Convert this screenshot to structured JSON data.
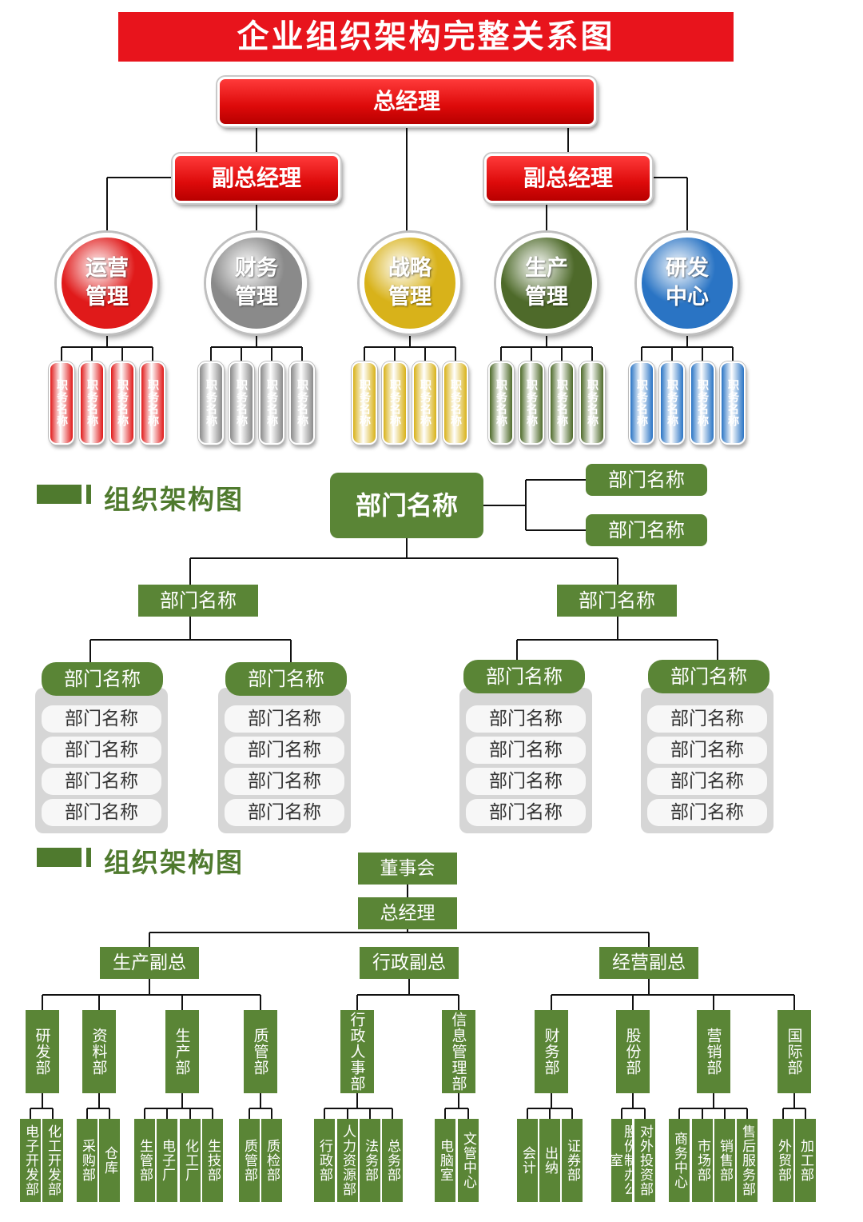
{
  "title": "企业组织架构完整关系图",
  "top": {
    "gm": "总经理",
    "vp_left": "副总经理",
    "vp_right": "副总经理",
    "centers": [
      {
        "line1": "运营",
        "line2": "管理",
        "color": "#e01a1a"
      },
      {
        "line1": "财务",
        "line2": "管理",
        "color": "#8a8a8a"
      },
      {
        "line1": "战略",
        "line2": "管理",
        "color": "#d8b21a"
      },
      {
        "line1": "生产",
        "line2": "管理",
        "color": "#4e6a2a"
      },
      {
        "line1": "研发",
        "line2": "中心",
        "color": "#2a74c4"
      }
    ],
    "position_label": "职务名称"
  },
  "section2": {
    "label": "组织架构图",
    "head": "部门名称",
    "side": [
      "部门名称",
      "部门名称"
    ],
    "mid": [
      "部门名称",
      "部门名称"
    ],
    "groups": [
      {
        "title": "部门名称",
        "items": [
          "部门名称",
          "部门名称",
          "部门名称",
          "部门名称"
        ]
      },
      {
        "title": "部门名称",
        "items": [
          "部门名称",
          "部门名称",
          "部门名称",
          "部门名称"
        ]
      },
      {
        "title": "部门名称",
        "items": [
          "部门名称",
          "部门名称",
          "部门名称",
          "部门名称"
        ]
      },
      {
        "title": "部门名称",
        "items": [
          "部门名称",
          "部门名称",
          "部门名称",
          "部门名称"
        ]
      }
    ]
  },
  "section3": {
    "label": "组织架构图",
    "board": "董事会",
    "gm": "总经理",
    "vps": [
      "生产副总",
      "行政副总",
      "经营副总"
    ],
    "depts": [
      "研发部",
      "资料部",
      "生产部",
      "质管部",
      "行政人事部",
      "信息管理部",
      "财务部",
      "股份部",
      "营销部",
      "国际部"
    ],
    "subs": [
      [
        "电子开发部",
        "化工开发部"
      ],
      [
        "采购部",
        "仓库"
      ],
      [
        "生管部",
        "电子厂",
        "化工厂",
        "生技部"
      ],
      [
        "质管部",
        "质检部"
      ],
      [
        "行政部",
        "人力资源部",
        "法务部",
        "总务部"
      ],
      [
        "电脑室",
        "文管中心"
      ],
      [
        "会计",
        "出纳",
        "证券部"
      ],
      [
        "股份制办公室",
        "对外投资部"
      ],
      [
        "商务中心",
        "市场部",
        "销售部",
        "售后服务部"
      ],
      [
        "外贸部",
        "加工部"
      ]
    ]
  }
}
